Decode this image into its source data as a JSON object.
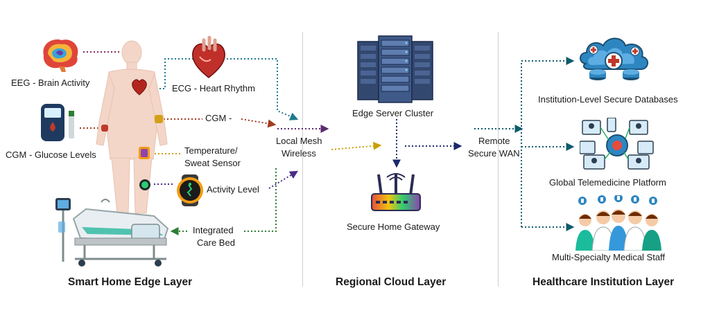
{
  "layers": {
    "edge": "Smart Home Edge Layer",
    "cloud": "Regional Cloud Layer",
    "institution": "Healthcare Institution Layer"
  },
  "edge": {
    "eeg": "EEG - Brain Activity",
    "ecg": "ECG - Heart Rhythm",
    "cgm_arrow": "CGM -",
    "cgm": "CGM - Glucose Levels",
    "temp_line1": "Temperature/",
    "temp_line2": "Sweat Sensor",
    "activity": "Activity Level",
    "bed_line1": "Integrated",
    "bed_line2": "Care Bed",
    "mesh_line1": "Local Mesh",
    "mesh_line2": "Wireless"
  },
  "cloud": {
    "server": "Edge Server Cluster",
    "gateway": "Secure Home Gateway",
    "wan_line1": "Remote",
    "wan_line2": "Secure WAN"
  },
  "institution": {
    "db": "Institution-Level Secure Databases",
    "tele": "Global Telemedicine Platform",
    "staff": "Multi-Specialty Medical Staff"
  },
  "colors": {
    "eeg_link": "#8b2d5c",
    "ecg_link": "#1f7a8c",
    "cgm_link": "#a23b1e",
    "temp_link": "#c9a000",
    "activity_link": "#4b2a8a",
    "bed_link": "#2e7d32",
    "wan_link": "#0f5c6e",
    "server_link": "#1a2a6c"
  }
}
